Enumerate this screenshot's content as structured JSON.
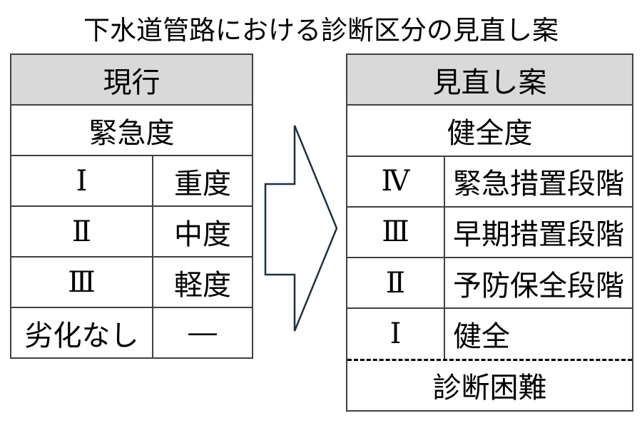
{
  "title": "下水道管路における診断区分の見直し案",
  "colors": {
    "header_bg": "#d9d9d9",
    "table_border": "#404040",
    "arrow_outline": "#1f3040",
    "dashed_separator": "#000000"
  },
  "current_table": {
    "header": "現行",
    "subheader": "緊急度",
    "rows": [
      {
        "grade": "Ⅰ",
        "label": "重度"
      },
      {
        "grade": "Ⅱ",
        "label": "中度"
      },
      {
        "grade": "Ⅲ",
        "label": "軽度"
      },
      {
        "grade": "劣化なし",
        "label": "―"
      }
    ]
  },
  "revised_table": {
    "header": "見直し案",
    "subheader": "健全度",
    "rows": [
      {
        "grade": "Ⅳ",
        "label": "緊急措置段階"
      },
      {
        "grade": "Ⅲ",
        "label": "早期措置段階"
      },
      {
        "grade": "Ⅱ",
        "label": "予防保全段階"
      },
      {
        "grade": "Ⅰ",
        "label": "健全"
      }
    ],
    "footer": "診断困難"
  },
  "arrow": {
    "name": "right-block-arrow"
  }
}
